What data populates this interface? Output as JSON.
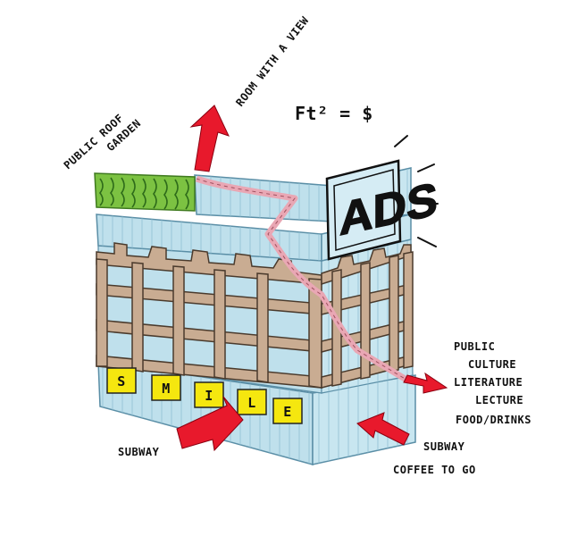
{
  "labels": {
    "roof_garden_line1": "PUBLIC ROOF",
    "roof_garden_line2": "GARDEN",
    "room_with_a_view": "ROOM WITH A VIEW",
    "ft_price": "Ft² = $",
    "ads": "ADS",
    "public_program": [
      "PUBLIC",
      "CULTURE",
      "LITERATURE",
      "LECTURE",
      "FOOD/DRINKS"
    ],
    "subway_left": "SUBWAY",
    "subway_right": "SUBWAY",
    "coffee": "COFFEE TO GO"
  },
  "smile_letters": [
    "S",
    "M",
    "I",
    "L",
    "E"
  ],
  "colors": {
    "glass": "#bfe0ec",
    "glass_line": "#7fb2c8",
    "frame": "#c9ac92",
    "frame_line": "#4a3a2c",
    "garden": "#7cc242",
    "arrow": "#e8192c",
    "path": "#e9a7b4",
    "sign": "#f5e70f"
  }
}
